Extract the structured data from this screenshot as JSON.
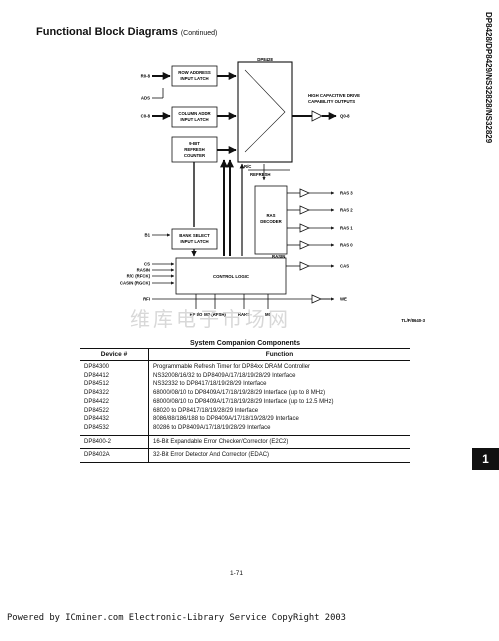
{
  "header": {
    "title": "Functional Block Diagrams",
    "subtitle": "(Continued)",
    "side_title": "DP8428/DP8429/NS32828/NS32829",
    "section_tab": "1"
  },
  "diagram": {
    "chip_label": "DP8428",
    "blocks": {
      "row_latch": [
        "ROW ADDRESS",
        "INPUT LATCH"
      ],
      "col_latch": [
        "COLUMN ADDR",
        "INPUT LATCH"
      ],
      "refresh_counter": [
        "9-BIT",
        "REFRESH",
        "COUNTER"
      ],
      "ras_decoder": [
        "RAS",
        "DECODER"
      ],
      "bank_latch": [
        "BANK SELECT",
        "INPUT LATCH"
      ],
      "control_logic": "CONTROL LOGIC"
    },
    "inputs": {
      "r08": "R0-8",
      "ads": "ADS",
      "c08": "C0-8",
      "b1": "B1",
      "cs": "CS",
      "rasin": "RASIN",
      "rc": "R/C (RFCK)",
      "casin": "CASIN (RGCK)",
      "rfi": "RFI"
    },
    "outputs": {
      "drive_note": [
        "HIGH CAPACITIVE DRIVE",
        "CAPABILITY OUTPUTS"
      ],
      "q": "Q0-8",
      "ras3": "RAS 3",
      "ras2": "RAS 2",
      "ras1": "RAS 1",
      "ras0": "RAS 0",
      "cas": "CAS",
      "wait": "WE"
    },
    "internal": {
      "rc": "R/C",
      "refresh": "REFRESH",
      "rasin": "RASIN"
    },
    "bottom_pins": [
      "RF I/O",
      "M2 (RFSH)",
      "RAHS",
      "M0"
    ],
    "figure_id": "TL/F/8640-3"
  },
  "watermark": "维库电子市场网",
  "table": {
    "title": "System Companion Components",
    "headers": [
      "Device #",
      "Function"
    ],
    "group1": {
      "devices": [
        "DP84300",
        "DP84412",
        "DP84512",
        "DP84322",
        "DP84422",
        "DP84522",
        "DP84432",
        "DP84532"
      ],
      "functions": [
        "Programmable Refresh Timer for DP84xx DRAM Controller",
        "NS32008/16/32 to DP8409A/17/18/19/28/29 Interface",
        "NS32332 to DP8417/18/19/28/29 Interface",
        "68000/08/10 to DP8409A/17/18/19/28/29 Interface (up to 8 MHz)",
        "68000/08/10 to DP8409A/17/18/19/28/29 Interface (up to 12.5 MHz)",
        "68020 to DP8417/18/19/28/29 Interface",
        "8086/88/186/188 to DP8409A/17/18/19/28/29 Interface",
        "80286 to DP8409A/17/18/19/28/29 Interface"
      ]
    },
    "row2": {
      "device": "DP8400-2",
      "function": "16-Bit Expandable Error Checker/Corrector (E2C2)"
    },
    "row3": {
      "device": "DP8402A",
      "function": "32-Bit Error Detector And Corrector (EDAC)"
    }
  },
  "page_number": "1-71",
  "footer": "Powered by ICminer.com Electronic-Library Service CopyRight 2003"
}
